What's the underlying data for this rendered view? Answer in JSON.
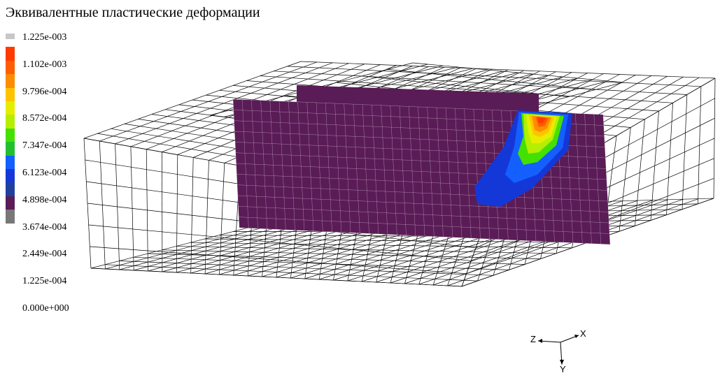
{
  "title": "Эквивалентные пластические деформации",
  "legend": {
    "labels": [
      "1.225e-003",
      "1.102e-003",
      "9.796e-004",
      "8.572e-004",
      "7.347e-004",
      "6.123e-004",
      "4.898e-004",
      "3.674e-004",
      "2.449e-004",
      "1.225e-004",
      "0.000e+000"
    ],
    "colors": [
      "#c7c7c7",
      "#ff3a00",
      "#ff5d00",
      "#ff8c00",
      "#ffc400",
      "#e6ee00",
      "#b6ee00",
      "#44e000",
      "#22c030",
      "#1460ff",
      "#1438d8",
      "#2040a0",
      "#5a1c56",
      "#777777"
    ]
  },
  "axis_triad": {
    "x": "X",
    "y": "Y",
    "z": "Z"
  },
  "model": {
    "mesh_color": "#000000",
    "section_color": "#5a1c56"
  }
}
